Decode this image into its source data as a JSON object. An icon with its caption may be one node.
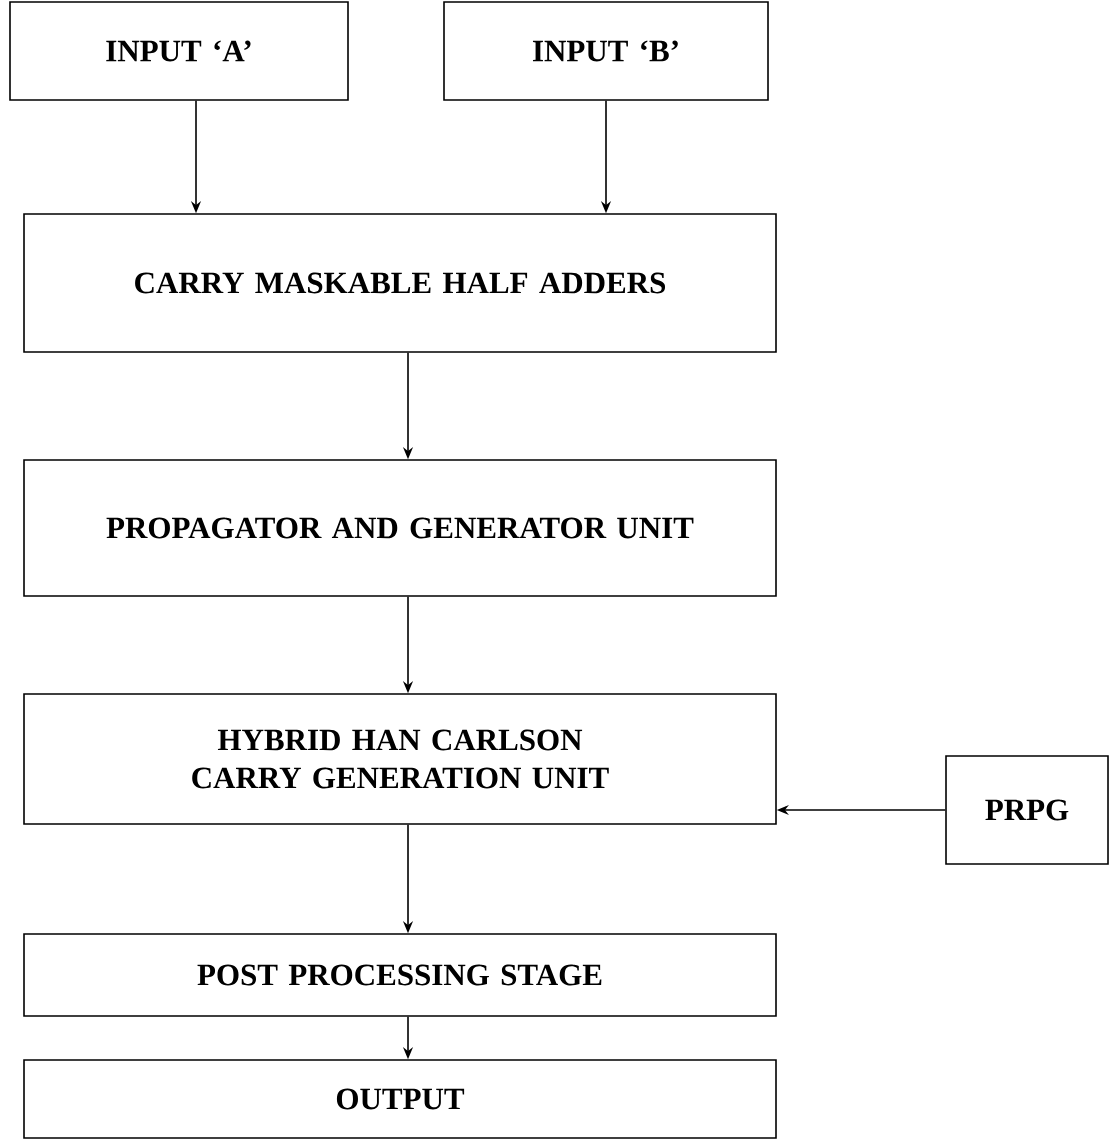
{
  "diagram": {
    "nodes": [
      {
        "text": [
          "INPUT ‘A’"
        ]
      },
      {
        "text": [
          "INPUT ‘B’"
        ]
      },
      {
        "text": [
          "CARRY MASKABLE HALF ADDERS"
        ]
      },
      {
        "text": [
          "PROPAGATOR AND GENERATOR UNIT"
        ]
      },
      {
        "text": [
          "HYBRID HAN CARLSON CARRY GENERATION UNIT"
        ]
      },
      {
        "text": [
          "PRPG"
        ]
      },
      {
        "text": [
          "POST PROCESSING STAGE"
        ]
      },
      {
        "text": [
          "OUTPUT"
        ]
      }
    ],
    "edges": [
      {
        "from": 0,
        "to": 2,
        "arrow": "to"
      },
      {
        "from": 1,
        "to": 2,
        "arrow": "to"
      },
      {
        "from": 2,
        "to": 3,
        "arrow": "to"
      },
      {
        "from": 3,
        "to": 4,
        "arrow": "to"
      },
      {
        "from": 5,
        "to": 4,
        "arrow": "to"
      },
      {
        "from": 4,
        "to": 6,
        "arrow": "to"
      },
      {
        "from": 6,
        "to": 7,
        "arrow": "to"
      }
    ]
  }
}
